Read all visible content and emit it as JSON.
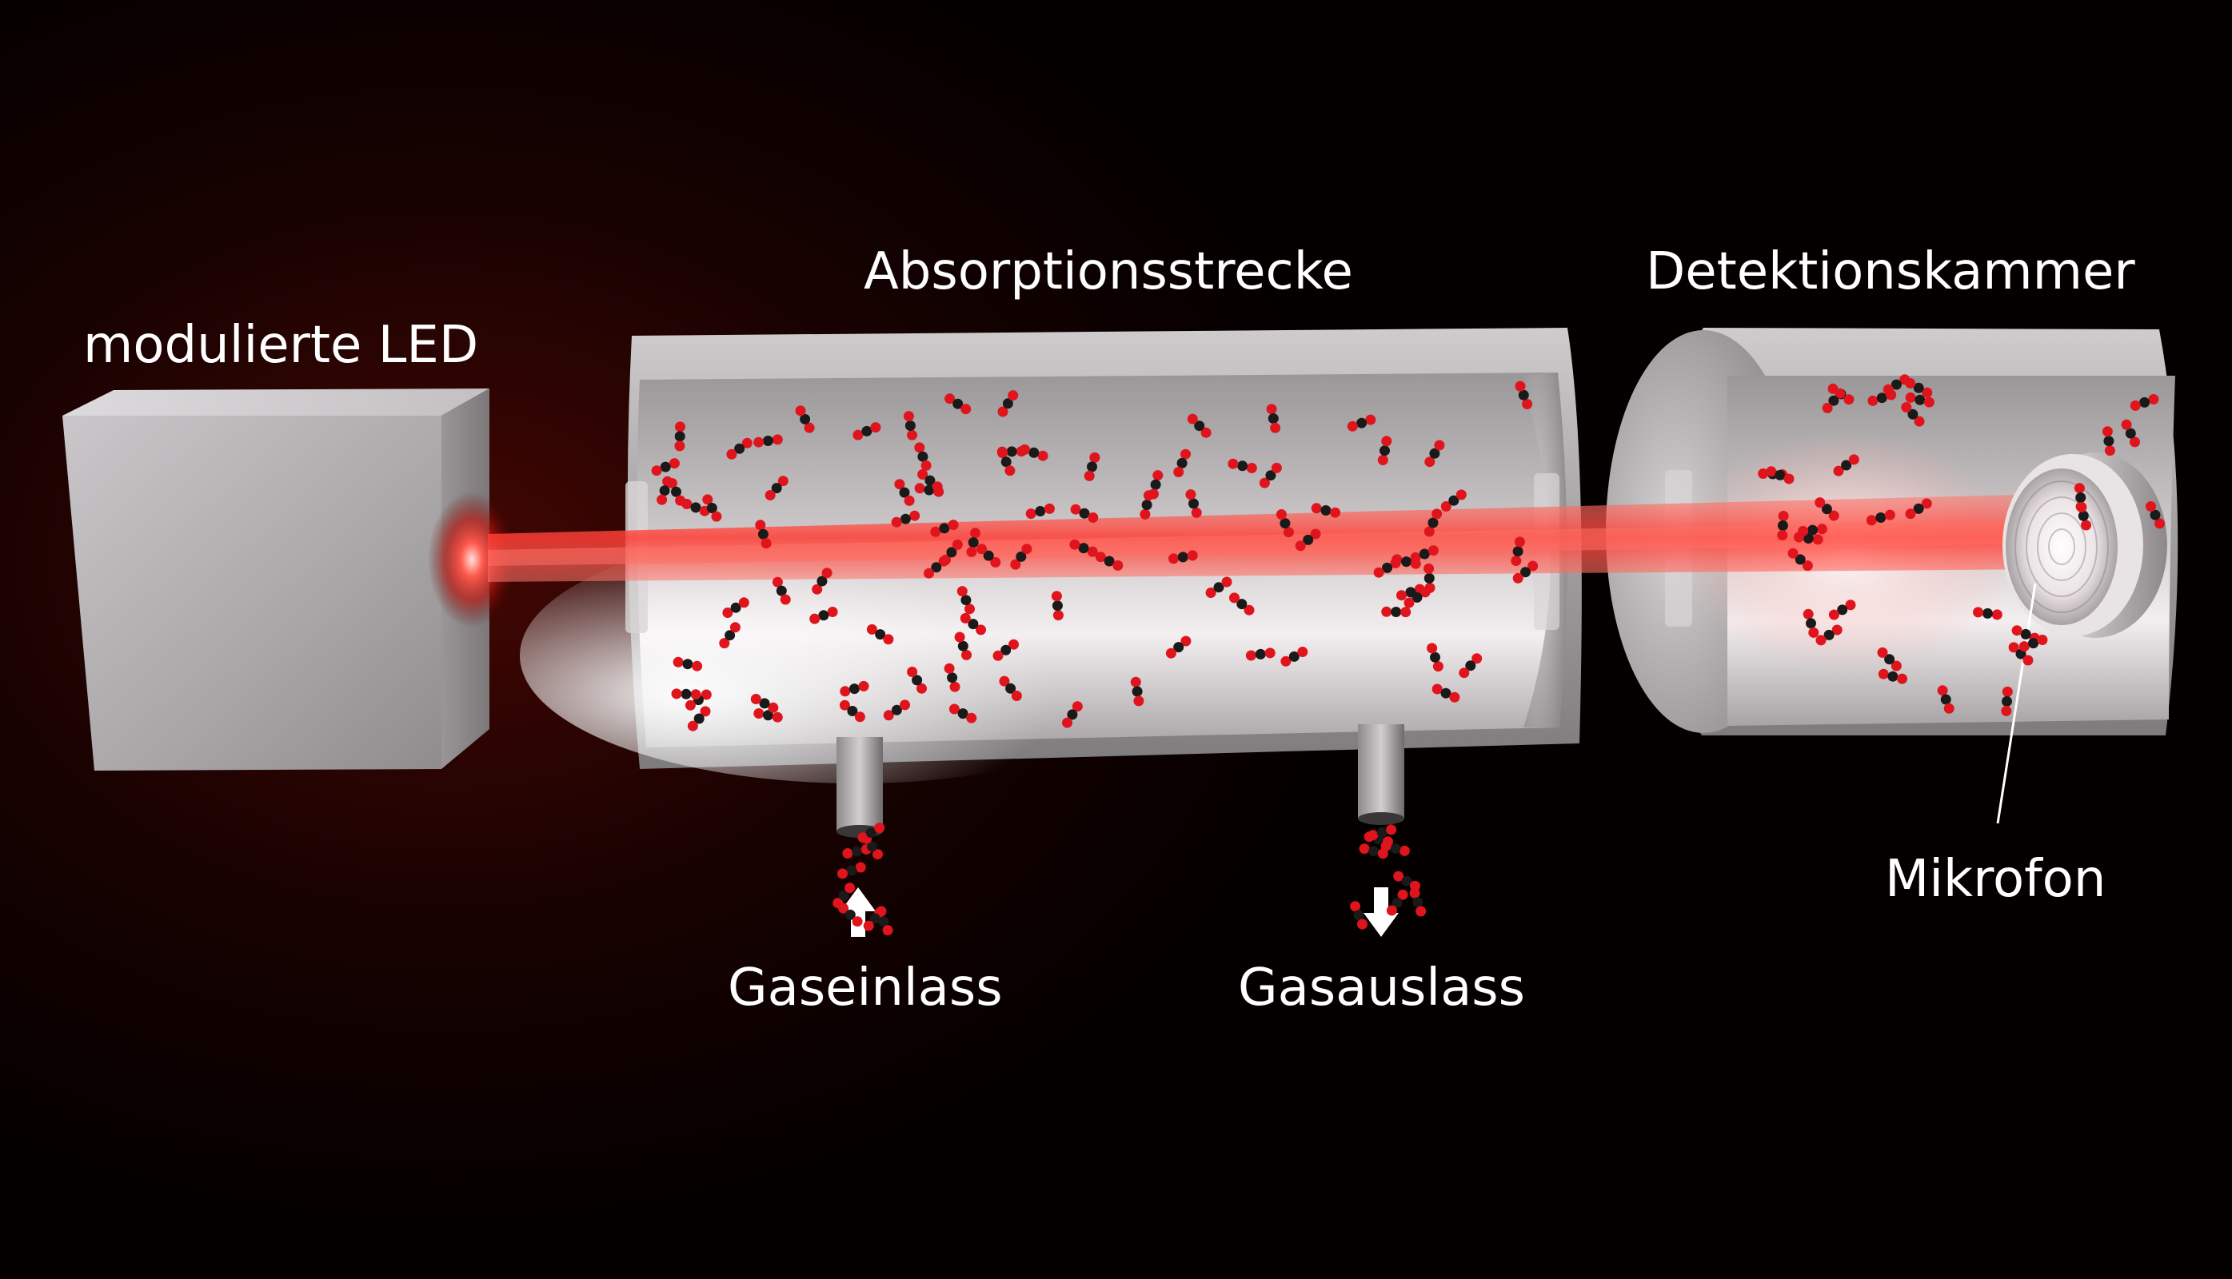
{
  "labels": {
    "led": "modulierte LED",
    "absorption": "Absorptionsstrecke",
    "detection": "Detektionskammer",
    "microphone": "Mikrofon",
    "gas_inlet": "Gaseinlass",
    "gas_outlet": "Gasauslass"
  },
  "colors": {
    "beam": "#ff3b3b",
    "molecule_red": "#e0141c",
    "molecule_dark": "#1a1a1a",
    "metal": "#b9b6b8",
    "text": "#ffffff"
  },
  "icons": {
    "inlet_arrow": "arrow-up-icon",
    "outlet_arrow": "arrow-down-icon"
  }
}
